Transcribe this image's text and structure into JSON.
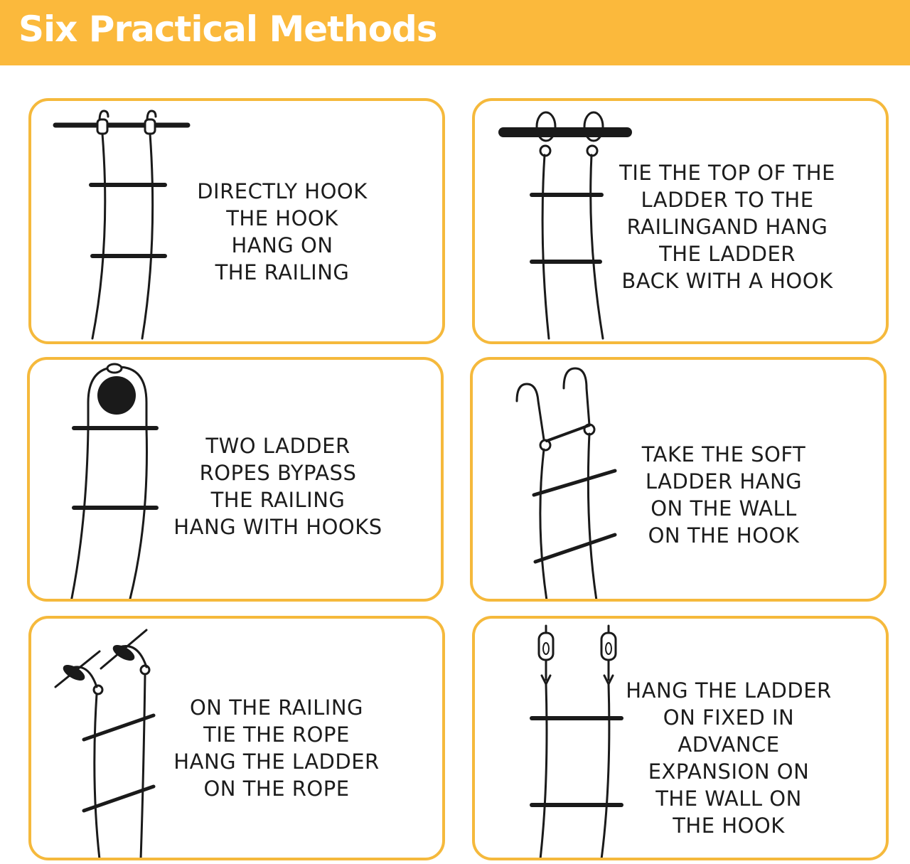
{
  "header": {
    "title": "Six Practical Methods"
  },
  "methods": [
    {
      "lines": [
        "DIRECTLY HOOK",
        "THE HOOK",
        "HANG ON",
        "THE RAILING"
      ]
    },
    {
      "lines": [
        "TIE THE TOP OF THE",
        "LADDER TO THE",
        "RAILINGAND HANG",
        "THE LADDER",
        "BACK WITH A HOOK"
      ]
    },
    {
      "lines": [
        "TWO LADDER",
        "ROPES BYPASS",
        "THE RAILING",
        "HANG WITH HOOKS"
      ]
    },
    {
      "lines": [
        "TAKE THE SOFT",
        "LADDER HANG",
        "ON THE WALL",
        "ON THE HOOK"
      ]
    },
    {
      "lines": [
        "ON THE RAILING",
        "TIE THE ROPE",
        "HANG THE LADDER",
        "ON THE ROPE"
      ]
    },
    {
      "lines": [
        "HANG THE LADDER",
        "ON FIXED IN",
        "ADVANCE",
        "EXPANSION ON",
        "THE WALL ON",
        "THE HOOK"
      ]
    }
  ]
}
